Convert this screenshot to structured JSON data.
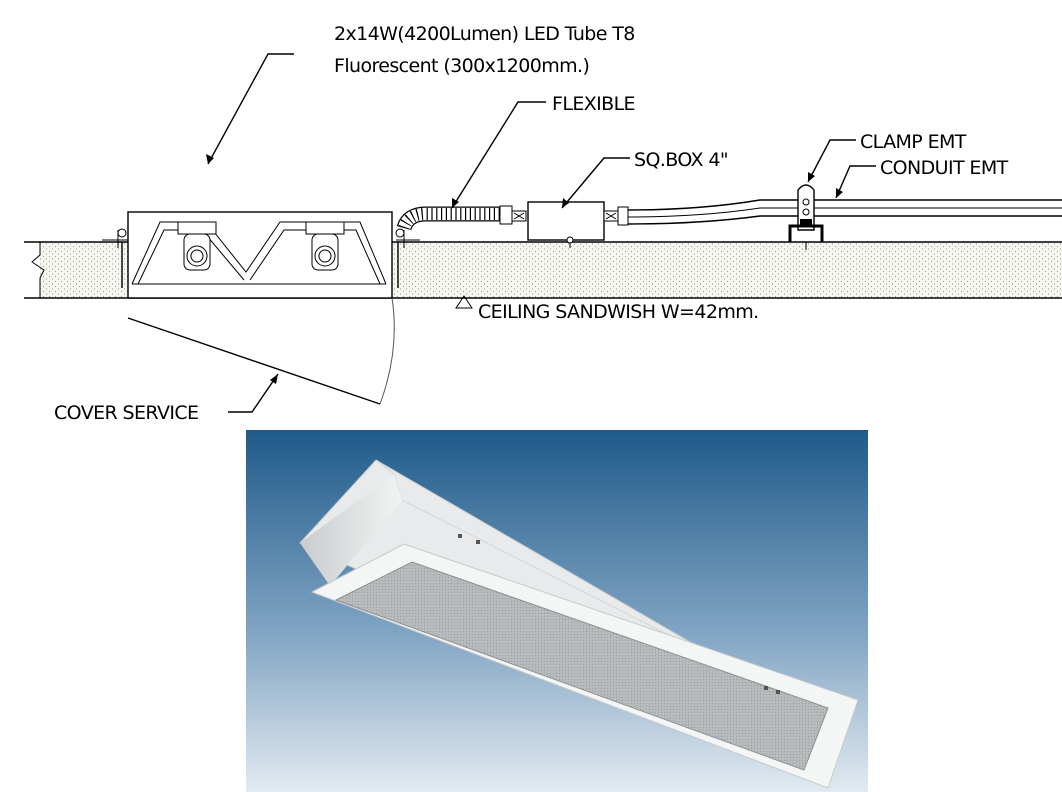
{
  "labels": {
    "fixture_line1": "2x14W(4200Lumen) LED Tube T8",
    "fixture_line2": "Fluorescent (300x1200mm.)",
    "flexible": "FLEXIBLE",
    "sq_box": "SQ.BOX 4\"",
    "clamp": "CLAMP EMT",
    "conduit": "CONDUIT EMT",
    "ceiling": "CEILING SANDWISH W=42mm.",
    "cover": "COVER SERVICE"
  },
  "photo": {
    "subject": "recessed-fluorescent-fixture-photo",
    "background_top": "#1f5a8a",
    "background_bottom": "#dfe8f0"
  },
  "colors": {
    "line": "#000000",
    "ceiling_fill": "#e9e9e0"
  }
}
